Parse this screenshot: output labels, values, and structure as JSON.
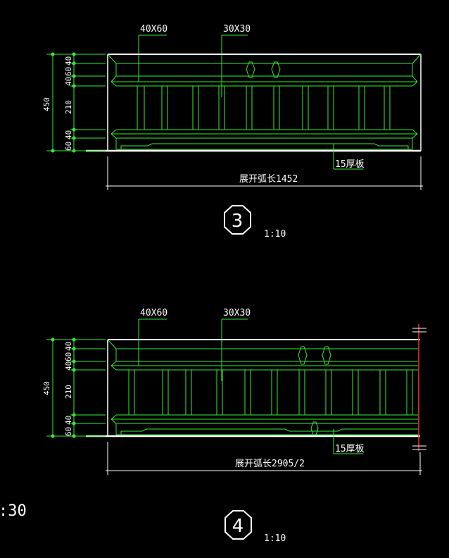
{
  "colors": {
    "background": "#000000",
    "outline": "#ffffff",
    "rail": "#33ee33",
    "dimension": "#33ee33",
    "break_mark": "#ff3333",
    "text": "#ffffff"
  },
  "detail3": {
    "label_top_left": "40X60",
    "label_top_right": "30X30",
    "dim_total": "450",
    "dim_stack": [
      "40",
      "60",
      "40",
      "210",
      "40",
      "60"
    ],
    "board_note": "15厚板",
    "arc_length": "展开弧长1452",
    "detail_number": "3",
    "scale": "1:10"
  },
  "detail4": {
    "label_top_left": "40X60",
    "label_top_right": "30X30",
    "dim_total": "450",
    "dim_stack": [
      "40",
      "60",
      "40",
      "210",
      "40",
      "60"
    ],
    "board_note": "15厚板",
    "arc_length": "展开弧长2905/2",
    "detail_number": "4",
    "scale": "1:10"
  },
  "left_edge_scale": ":30"
}
